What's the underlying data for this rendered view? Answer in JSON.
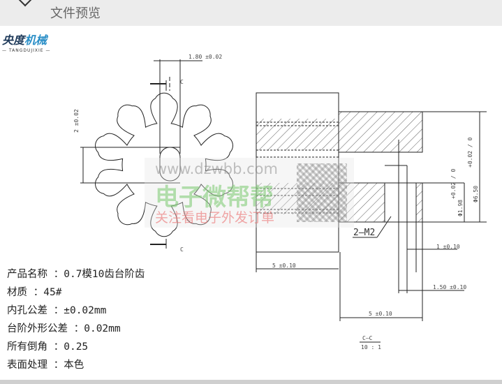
{
  "header": {
    "title": "文件预览",
    "back_icon": "back-arrow-icon"
  },
  "logo": {
    "name_a": "央度",
    "name_b": "机械",
    "subtitle": "— TANGDUJIXIE —"
  },
  "drawing": {
    "dims": {
      "tooth_width": "1.80 ±0.02",
      "height": "2 ±0.02",
      "section_a": "C",
      "section_b": "C",
      "len_gear": "5 ±0.10",
      "len_hub": "5 ±0.10",
      "chamfer": "1 ±0.10",
      "step": "1.50 ±0.10",
      "dia_outer": "Φ6.50",
      "dia_outer_tol": "+0.02 / 0",
      "dia_bore": "Φ1.98",
      "dia_bore_tol": "+0.02 / 0",
      "thread": "2—M2"
    },
    "view_label": "C—C",
    "scale": "10 : 1"
  },
  "specs": [
    "产品名称 ：0.7模10齿台阶齿",
    "材质 ：45#",
    "内孔公差 ：±0.02mm",
    "台阶外形公差 ：0.02mm",
    "所有倒角 ：0.25",
    "表面处理 ：本色"
  ],
  "watermark": {
    "url": "www.dzwbb.com",
    "brand": "电子微帮帮",
    "slogan": "关注看电子外发订单"
  }
}
